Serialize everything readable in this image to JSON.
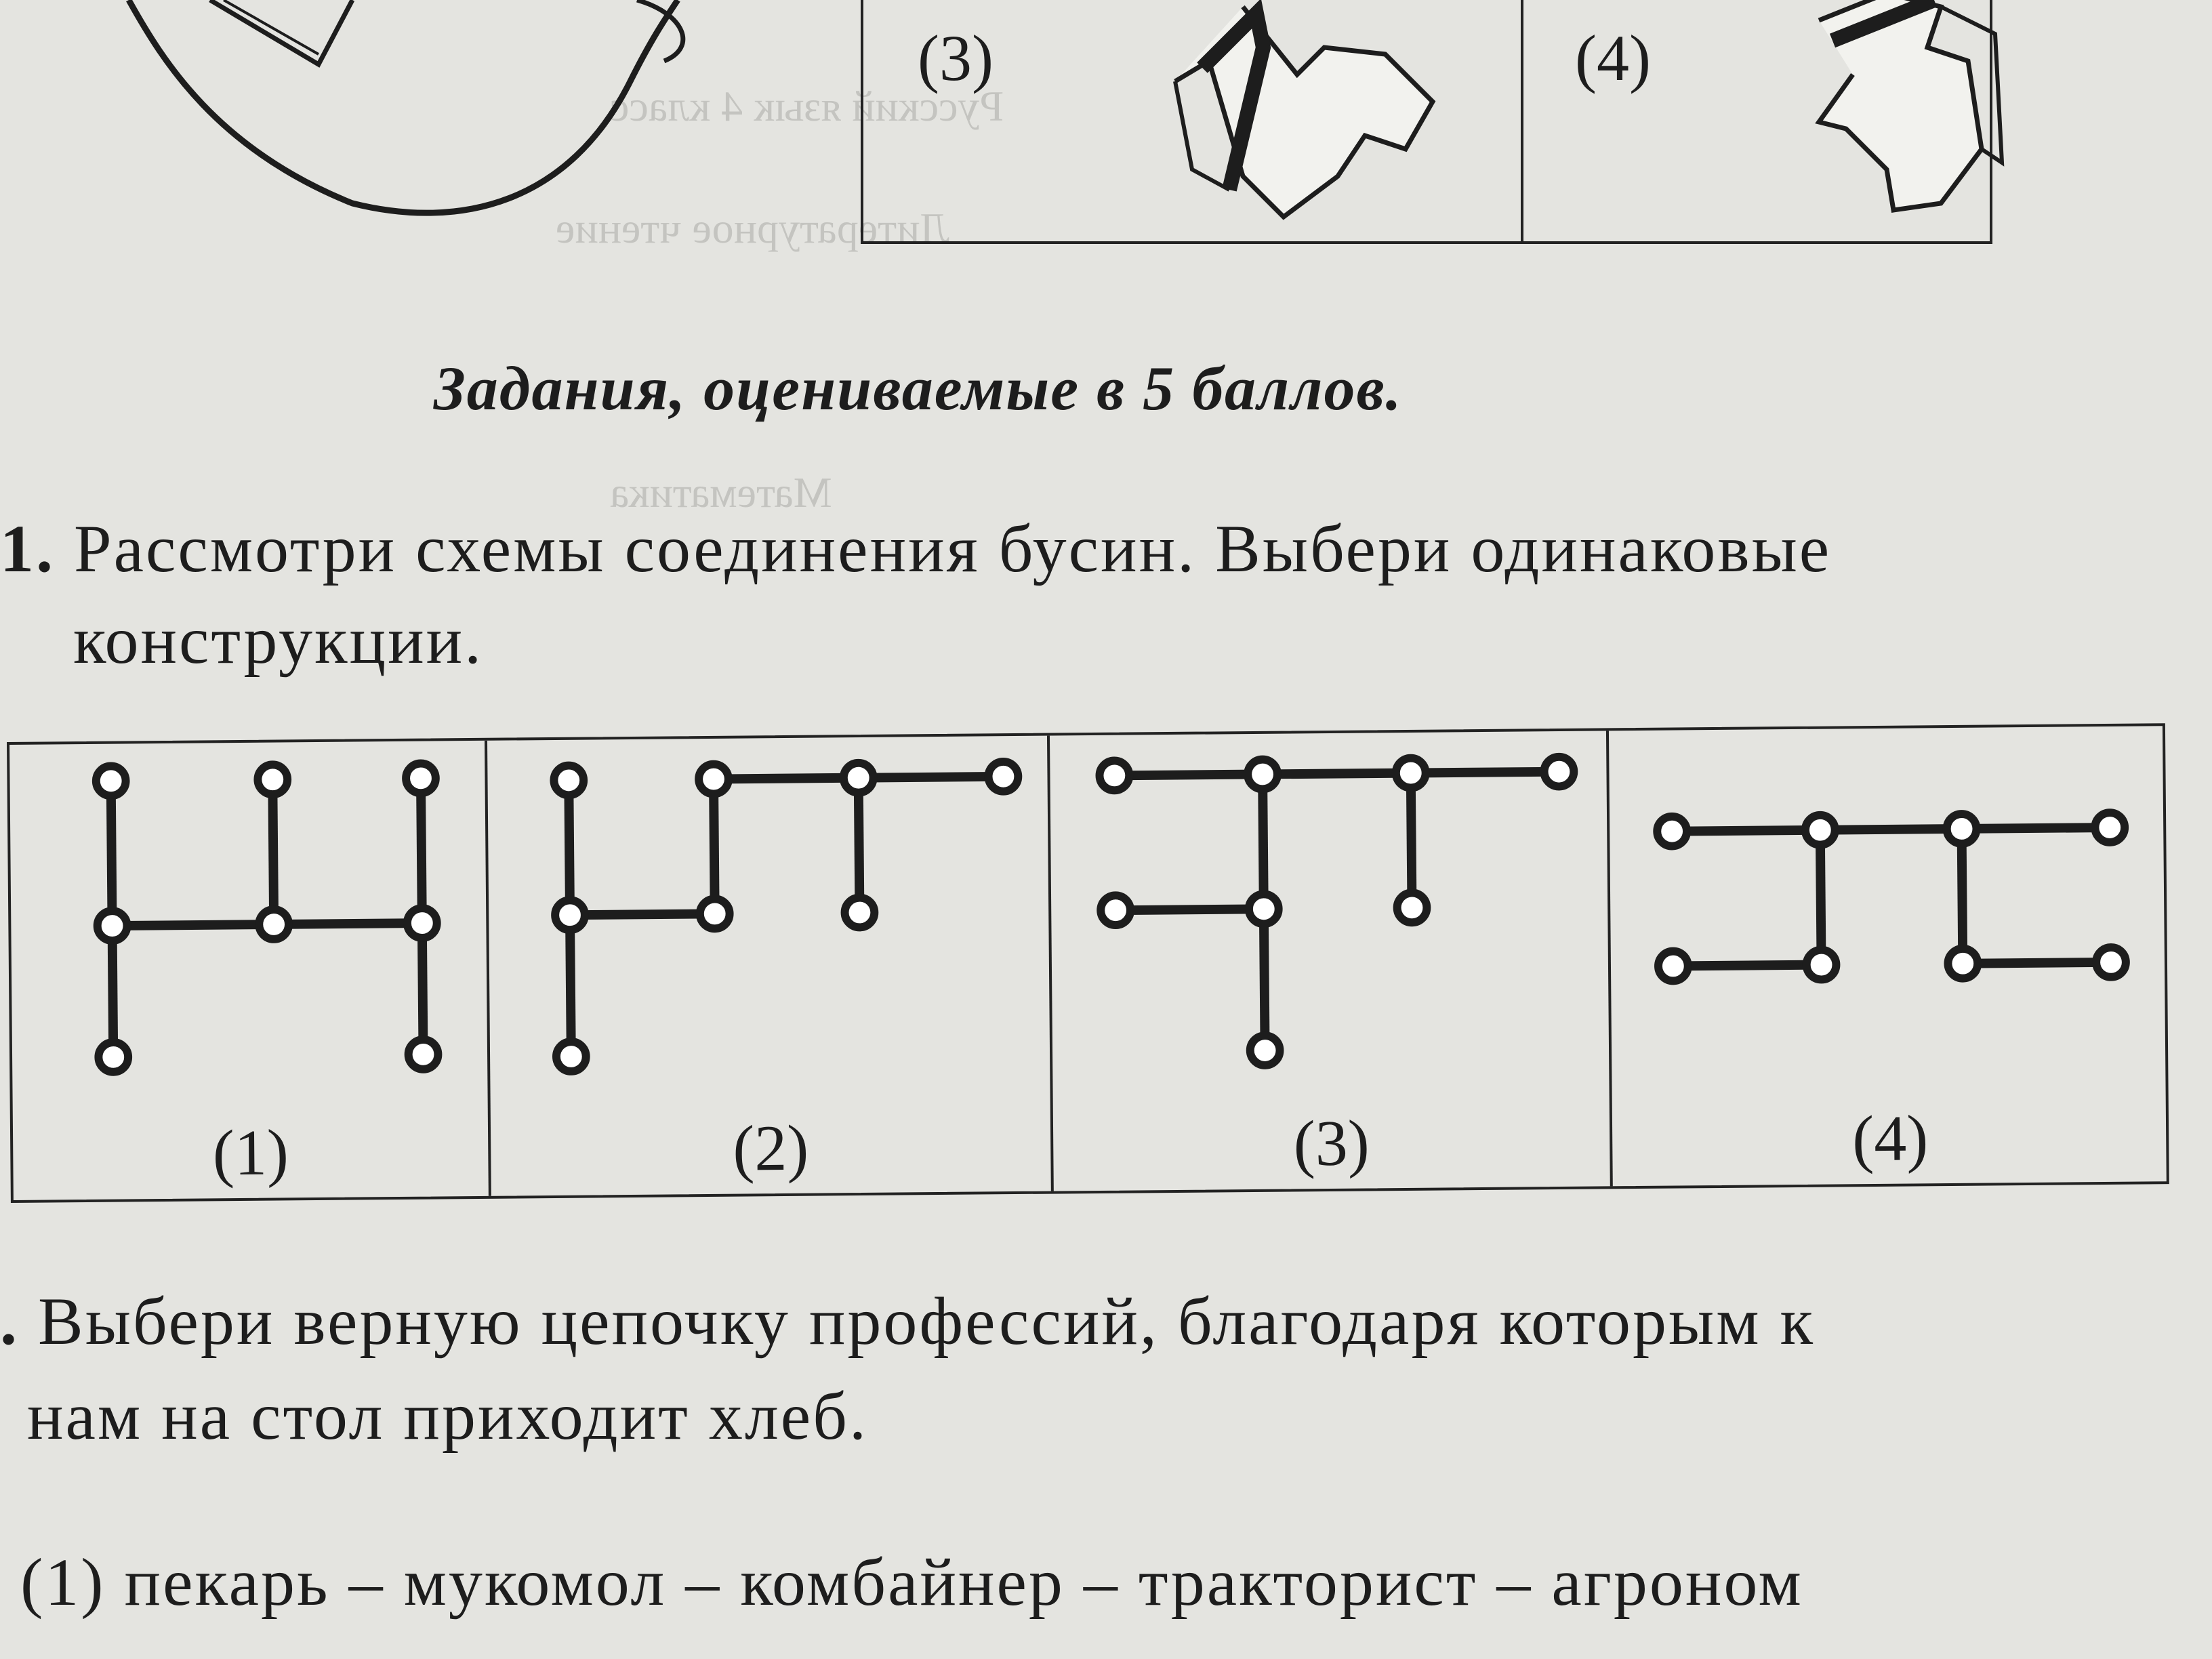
{
  "top_box": {
    "labels": [
      "(3)",
      "(4)"
    ]
  },
  "background_text": [
    "Русский язык 4 класс",
    "Литературное чтение",
    "Математика"
  ],
  "section_heading": "Задания, оцениваемые в 5 баллов.",
  "task1": {
    "number": "1.",
    "line1": "Рассмотри схемы соединения бусин. Выбери одинаковые",
    "line2": "конструкции."
  },
  "diagrams": {
    "labels": [
      "(1)",
      "(2)",
      "(3)",
      "(4)"
    ]
  },
  "task2": {
    "number": ".",
    "line1": "Выбери верную цепочку профессий, благодаря которым к",
    "line2": "нам на стол приходит хлеб."
  },
  "option1": "(1) пекарь – мукомол – комбайнер – тракторист – агроном",
  "colors": {
    "paper": "#e4e4e0",
    "ink": "#1d1d1d",
    "bead_fill": "#ffffff"
  }
}
